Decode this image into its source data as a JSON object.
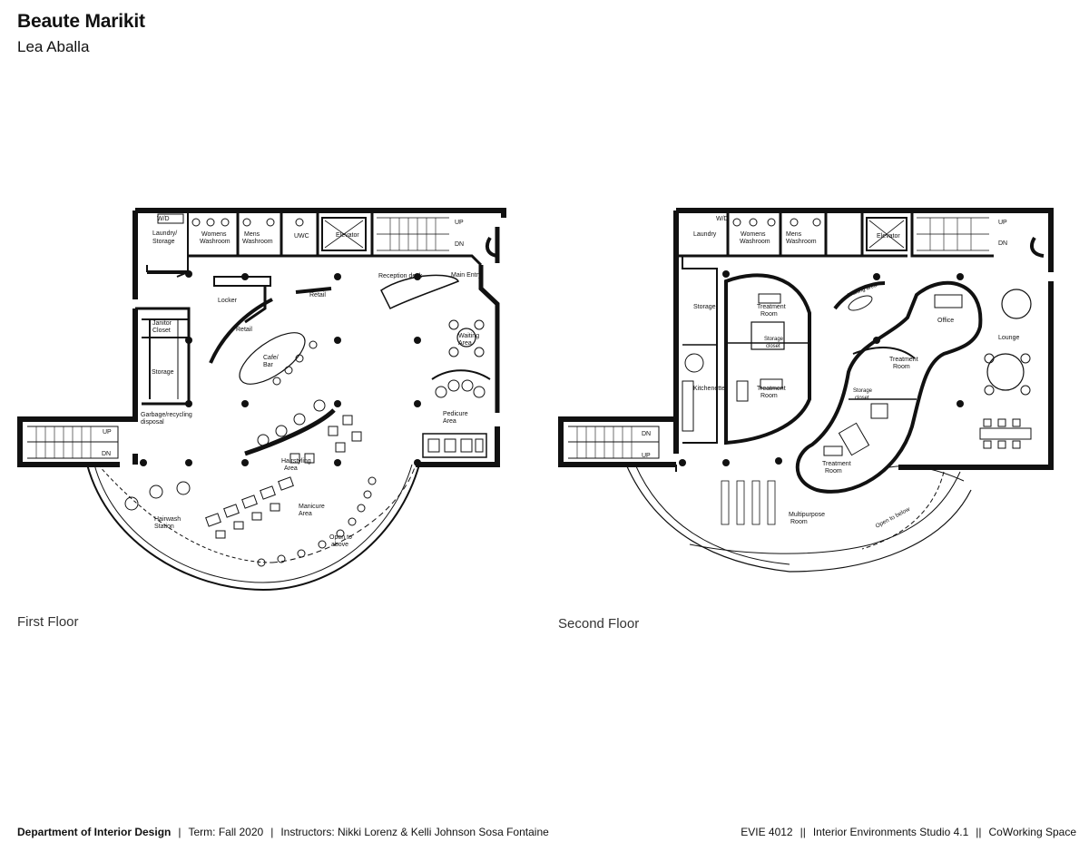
{
  "project": {
    "title": "Beaute Marikit",
    "author": "Lea Aballa"
  },
  "floors": {
    "first": {
      "caption": "First Floor",
      "rooms": {
        "wd": "W/D",
        "laundry": [
          "Laundry/",
          "Storage"
        ],
        "womens": [
          "Womens",
          "Washroom"
        ],
        "mens": [
          "Mens",
          "Washroom"
        ],
        "uwc": "UWC",
        "elevator": "Elevator",
        "up": "UP",
        "dn": "DN",
        "reception": "Reception desk",
        "main_entry": "Main Entry",
        "retail_small": "Retail",
        "locker": "Locker",
        "retail": "Retail",
        "janitor": [
          "Janitor",
          "Closet"
        ],
        "storage": "Storage",
        "cafe": [
          "Cafe/",
          "Bar"
        ],
        "waiting": [
          "Waiting",
          "Area"
        ],
        "garbage": [
          "Garbage/recycling",
          "disposal"
        ],
        "pedicure": [
          "Pedicure",
          "Area"
        ],
        "stair_up": "UP",
        "stair_dn": "DN",
        "hairstyling": [
          "Hairstyling",
          "Area"
        ],
        "manicure": [
          "Manicure",
          "Area"
        ],
        "hairwash": [
          "Hairwash",
          "Station"
        ],
        "open_above": [
          "Open to",
          "above"
        ]
      }
    },
    "second": {
      "caption": "Second Floor",
      "rooms": {
        "wd": "W/D",
        "laundry": "Laundry",
        "womens": [
          "Womens",
          "Washroom"
        ],
        "mens": [
          "Mens",
          "Washroom"
        ],
        "elevator": "Elevator",
        "up": "UP",
        "dn": "DN",
        "storage": "Storage",
        "treatment1": [
          "Treatment",
          "Room"
        ],
        "waiting": "Waiting area",
        "office": "Office",
        "storage_closet1": [
          "Storage",
          "closet"
        ],
        "lounge": "Lounge",
        "treatment2": [
          "Treatment",
          "Room"
        ],
        "kitchenette": "Kitchenette",
        "treatment3": [
          "Treatment",
          "Room"
        ],
        "storage_closet2": [
          "Storage",
          "closet"
        ],
        "stair_dn": "DN",
        "stair_up": "UP",
        "treatment4": [
          "Treatment",
          "Room"
        ],
        "multipurpose": [
          "Multipurpose",
          "Room"
        ],
        "open_below": "Open to below"
      }
    }
  },
  "footer": {
    "department": "Department of Interior Design",
    "term": "Term: Fall 2020",
    "instructors": "Instructors: Nikki Lorenz & Kelli Johnson Sosa Fontaine",
    "course_code": "EVIE 4012",
    "course_name": "Interior Environments Studio 4.1",
    "project_type": "CoWorking Space"
  }
}
